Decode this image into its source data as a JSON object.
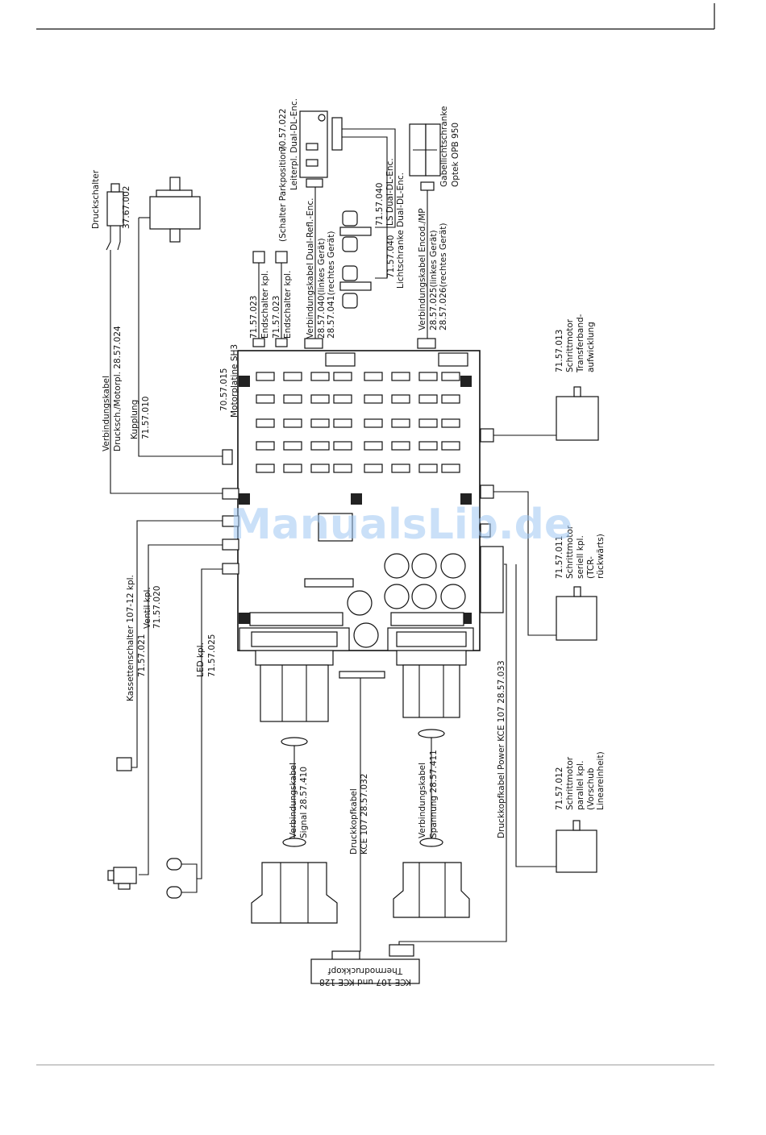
{
  "watermark": "ManualsLib.de",
  "labels": {
    "druckschalter": "Druckschalter",
    "druckschalter_nr": "37.67.002",
    "verbindungskabel_druck_a": "Verbindungskabel",
    "verbindungskabel_druck_b": "Drucksch./Motorpl. 28.57.024",
    "kupplung": "Kupplung",
    "kupplung_nr": "71.57.010",
    "endschalter1_nr": "71.57.023",
    "endschalter1": "Endschalter kpl.",
    "endschalter2_nr": "71.57.023",
    "endschalter2": "Endschalter kpl.",
    "vk_refl": "Verbindungskabel Dual-Refl.-Enc.",
    "vk_refl_l": "28.57.040(linkes Gerät)",
    "vk_refl_r": "28.57.041(rechtes Gerät)",
    "schalter_park": "(Schalter Parkposition)",
    "leiterpl_nr": "70.57.022",
    "leiterpl": "Leiterpl. Dual-DL-Enc.",
    "ls_nr1": "71.57.040",
    "ls1": "LS Dual-DL-Enc.",
    "ls_nr2": "71.57.040",
    "ls2": "Lichtschranke Dual-DL-Enc.",
    "gabel": "Gabellichtschranke",
    "gabel_typ": "Optek OPB 950",
    "vk_encod": "Verbindungskabel Encod./MP",
    "vk_encod_l": "28.57.025(linkes Gerät)",
    "vk_encod_r": "28.57.026(rechtes Gerät)",
    "motorplatine_nr": "70.57.015",
    "motorplatine": "Motorplatine SH3",
    "sm013_nr": "71.57.013",
    "sm013_a": "Schrittmotor",
    "sm013_b": "Transferband-",
    "sm013_c": "aufwicklung",
    "sm011_nr": "71.57.011",
    "sm011_a": "Schrittmotor",
    "sm011_b": "seriell kpl.",
    "sm011_c": "(TCR-",
    "sm011_d": "rückwärts)",
    "sm012_nr": "71.57.012",
    "sm012_a": "Schrittmotor",
    "sm012_b": "parallel kpl.",
    "sm012_c": "(Vorschub",
    "sm012_d": "Lineareinheit)",
    "kassette": "Kassettenschalter 107-12 kpl.",
    "kassette_nr": "71.57.021",
    "ventil": "Ventil kpl.",
    "ventil_nr": "71.57.020",
    "led": "LED kpl.",
    "led_nr": "71.57.025",
    "vk_signal_a": "Verbindungskabel",
    "vk_signal_b": "Signal 28.57.410",
    "druckkopf_a": "Druckkopfkabel",
    "druckkopf_b": "KCE 107 28.57.032",
    "vk_spann_a": "Verbindungskabel",
    "vk_spann_b": "Spannung 28.57.411",
    "dk_power": "Druckkopfkabel Power KCE 107 28.57.033",
    "thermo_a": "Thermodruckkopf",
    "thermo_b": "KCE 107 und KCE 128"
  }
}
